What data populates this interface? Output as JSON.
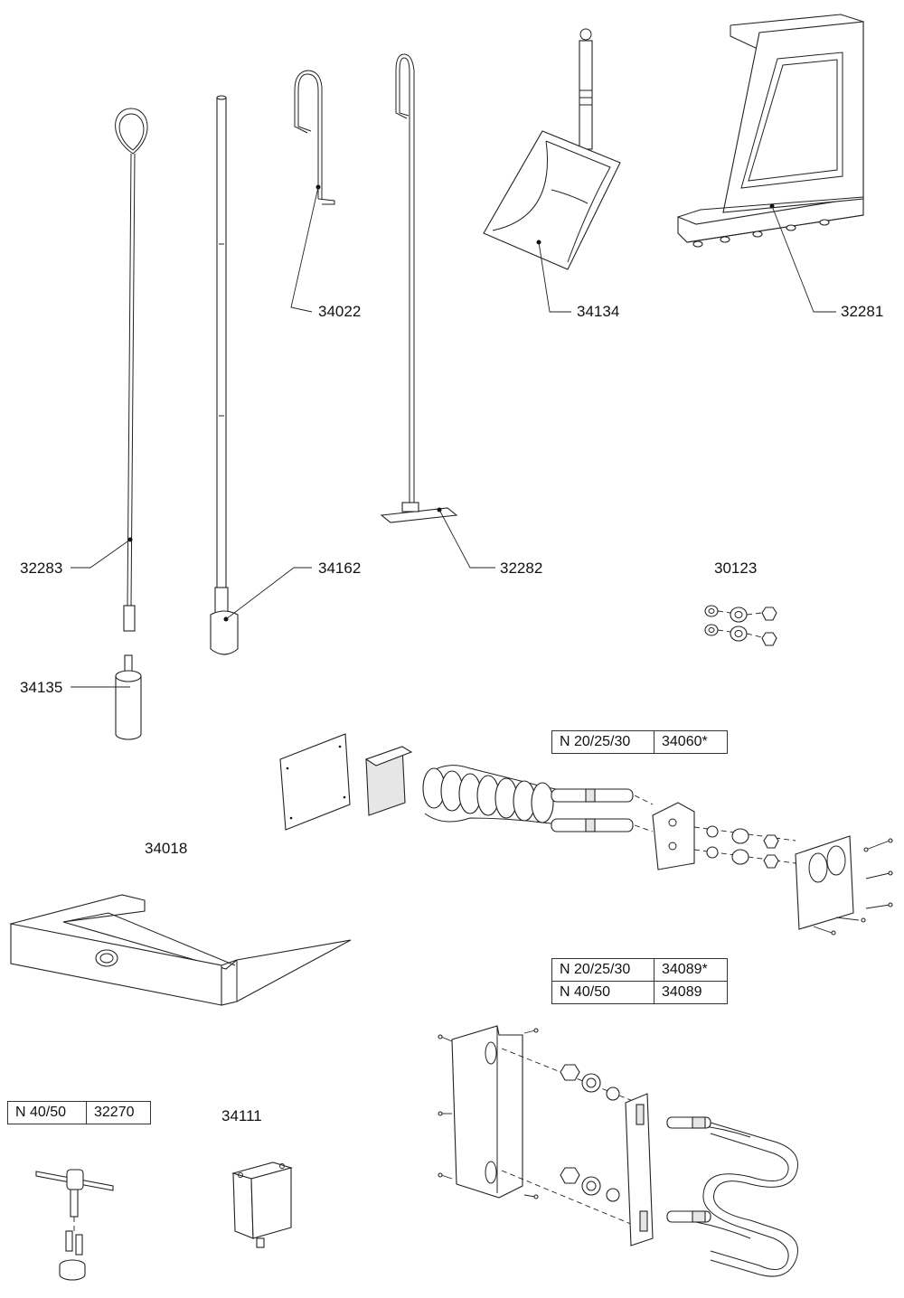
{
  "callouts": {
    "c34022": "34022",
    "c34134": "34134",
    "c32281": "32281",
    "c32283": "32283",
    "c34162": "34162",
    "c32282": "32282",
    "c30123": "30123",
    "c34135": "34135",
    "c34018": "34018",
    "c34111": "34111"
  },
  "tables": {
    "t34060": [
      {
        "model": "N 20/25/30",
        "part": "34060*"
      }
    ],
    "t34089": [
      {
        "model": "N 20/25/30",
        "part": "34089*"
      },
      {
        "model": "N 40/50",
        "part": "34089"
      }
    ],
    "t32270": [
      {
        "model": "N 40/50",
        "part": "32270"
      }
    ]
  }
}
